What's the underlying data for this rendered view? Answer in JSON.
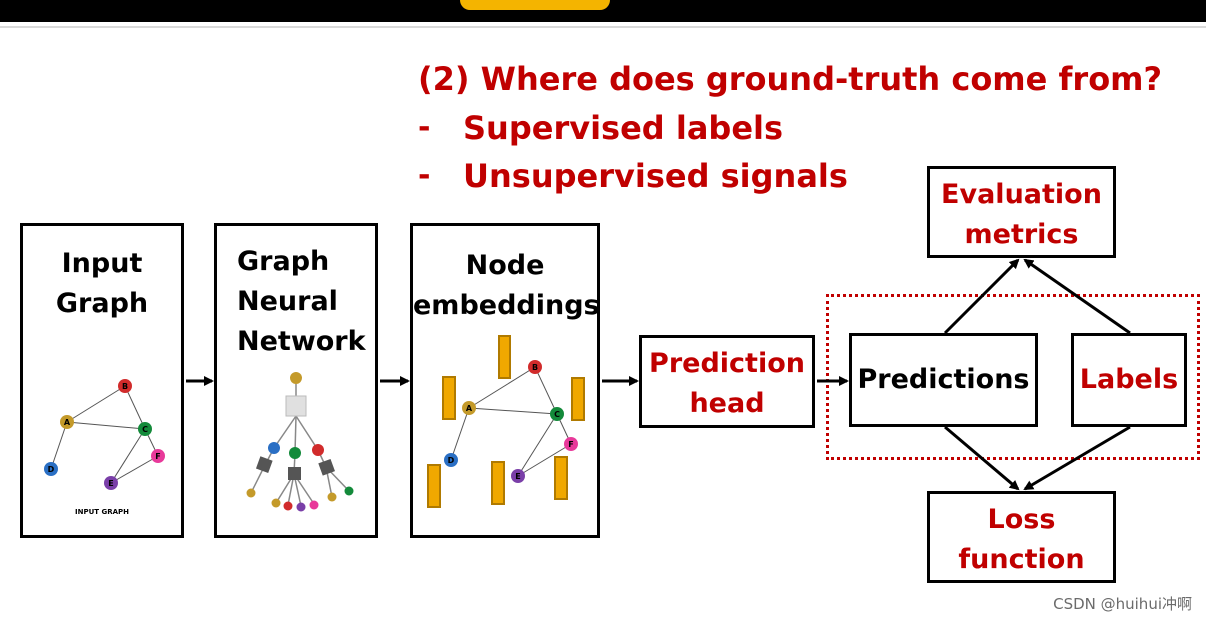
{
  "question": {
    "title": "(2) Where does ground-truth come from?",
    "bullet_marker": "-",
    "bullets": [
      "Supervised labels",
      "Unsupervised signals"
    ]
  },
  "boxes": {
    "input_graph": {
      "line1": "Input",
      "line2": "Graph",
      "caption": "INPUT GRAPH"
    },
    "gnn": {
      "line1": "Graph",
      "line2": "Neural",
      "line3": "Network"
    },
    "embeddings": {
      "line1": "Node",
      "line2": "embeddings"
    },
    "prediction_head": {
      "line1": "Prediction",
      "line2": "head"
    },
    "predictions": {
      "label": "Predictions"
    },
    "labels": {
      "label": "Labels"
    },
    "evaluation": {
      "line1": "Evaluation",
      "line2": "metrics"
    },
    "loss": {
      "line1": "Loss",
      "line2": "function"
    }
  },
  "graph_nodes": {
    "A": {
      "label": "A",
      "color": "#c49a2a"
    },
    "B": {
      "label": "B",
      "color": "#d12b2b"
    },
    "C": {
      "label": "C",
      "color": "#138a3a"
    },
    "D": {
      "label": "D",
      "color": "#2a6fc4"
    },
    "E": {
      "label": "E",
      "color": "#7a3fa8"
    },
    "F": {
      "label": "F",
      "color": "#e8399a"
    }
  },
  "colors": {
    "accent_red": "#c00000",
    "embedding_bar": "#f0a800",
    "embedding_border": "#b07a00"
  },
  "watermark": "CSDN @huihui冲啊"
}
